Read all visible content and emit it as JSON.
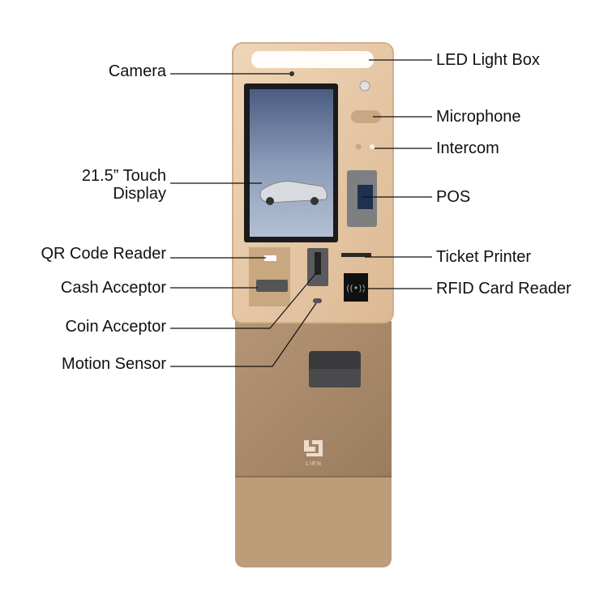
{
  "labels": {
    "camera": "Camera",
    "display_line1": "21.5” Touch",
    "display_line2": "Display",
    "qr_reader": "QR Code Reader",
    "cash_acceptor": "Cash Acceptor",
    "coin_acceptor": "Coin Acceptor",
    "motion_sensor": "Motion Sensor",
    "led_light_box": "LED Light Box",
    "microphone": "Microphone",
    "intercom": "Intercom",
    "pos": "POS",
    "ticket_printer": "Ticket Printer",
    "rfid_reader": "RFID Card Reader"
  },
  "logo": {
    "text": "LIEN"
  },
  "colors": {
    "head": "#e8cba9",
    "body": "#a88a6b",
    "base": "#bd9c78",
    "line": "#111111"
  }
}
